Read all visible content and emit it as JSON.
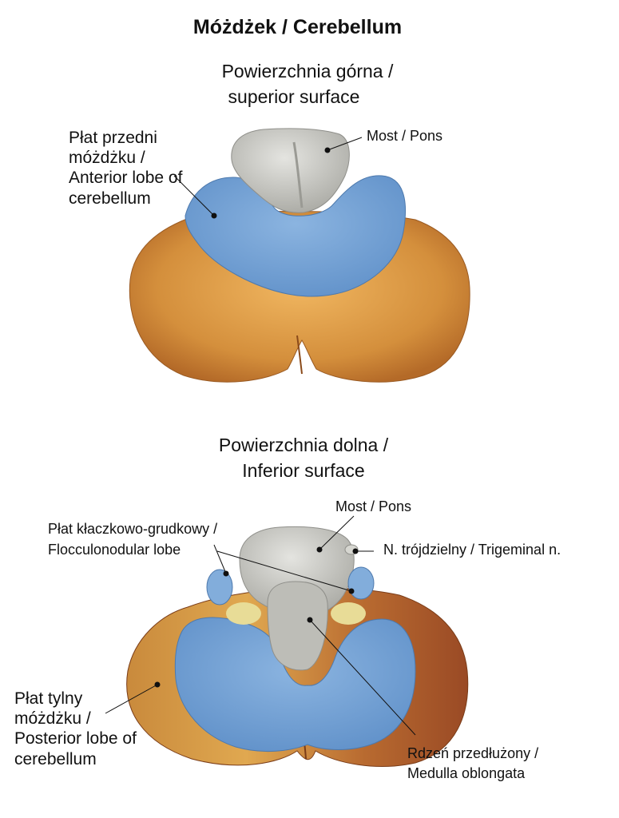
{
  "title": "Móżdżek / Cerebellum",
  "superior": {
    "heading_line1": "Powierzchnia górna  /",
    "heading_line2": "superior surface",
    "labels": {
      "anterior_lobe": [
        "Płat przedni",
        "móżdżku /",
        "Anterior lobe of",
        "cerebellum"
      ],
      "pons": "Most / Pons"
    }
  },
  "inferior": {
    "heading_line1": "Powierzchnia dolna /",
    "heading_line2": "Inferior surface",
    "labels": {
      "pons": "Most / Pons",
      "flocculonodular_line1": "Płat kłaczkowo-grudkowy /",
      "flocculonodular_line2": "Flocculonodular lobe",
      "trigeminal": "N. trójdzielny / Trigeminal n.",
      "posterior_lobe": [
        "Płat tylny",
        "móżdżku /",
        "Posterior lobe of",
        "cerebellum"
      ],
      "medulla_line1": "Rdzeń przedłużony /",
      "medulla_line2": "Medulla oblongata"
    }
  },
  "colors": {
    "brainstem_grey": "#c9c9c4",
    "anterior_blue": "#6f9fd0",
    "posterior_orange": "#c9853a",
    "hemisphere_brown": "#a4552a",
    "nerve_yellow": "#e8dc97"
  }
}
